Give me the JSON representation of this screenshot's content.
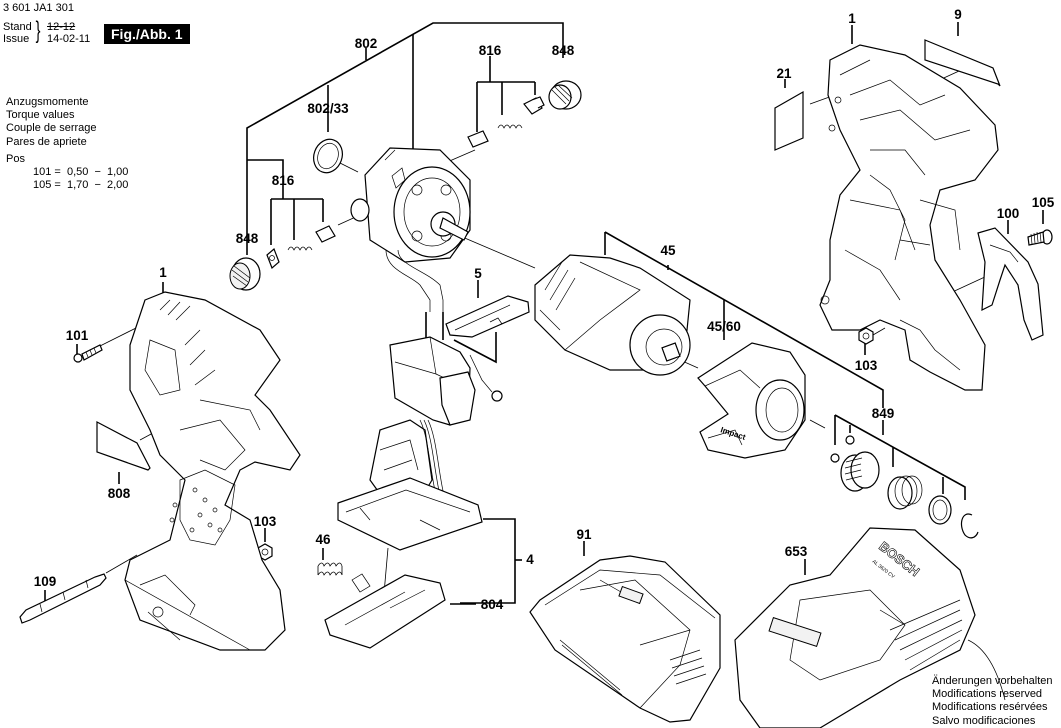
{
  "header": {
    "document_number": "3 601 JA1 301",
    "stand_label": "Stand",
    "issue_label": "Issue",
    "old_date": "12-12",
    "issue_date": "14-02-11",
    "figure_label": "Fig./Abb. 1"
  },
  "torque": {
    "headings": [
      "Anzugsmomente",
      "Torque values",
      "Couple de serrage",
      "Pares de apriete"
    ],
    "pos_label": "Pos",
    "rows": [
      {
        "pos": "101",
        "text": "101 =  0,50  −  1,00"
      },
      {
        "pos": "105",
        "text": "105 =  1,70  −  2,00"
      }
    ]
  },
  "footer": {
    "lines": [
      "Änderungen vorbehalten",
      "Modifications reserved",
      "Modifications resérvées",
      "Salvo modificaciones"
    ]
  },
  "callouts": {
    "c802": "802",
    "c802_33": "802/33",
    "c816_top": "816",
    "c848_top": "848",
    "c816_left": "816",
    "c848_left": "848",
    "c1_right": "1",
    "c9": "9",
    "c21": "21",
    "c105": "105",
    "c100": "100",
    "c45": "45",
    "c45_60": "45/60",
    "c103_right": "103",
    "c849": "849",
    "c5": "5",
    "c1_left": "1",
    "c101": "101",
    "c808": "808",
    "c103_left": "103",
    "c109": "109",
    "c46": "46",
    "c4": "4",
    "c804": "804",
    "c91": "91",
    "c653": "653"
  },
  "parts": {
    "housing_badge_text": "Impact",
    "charger_brand_text": "BOSCH",
    "charger_model_text": "AL 3620 CV"
  },
  "colors": {
    "ink": "#000000",
    "paper": "#ffffff",
    "figure_badge_bg": "#000000",
    "figure_badge_fg": "#ffffff"
  }
}
